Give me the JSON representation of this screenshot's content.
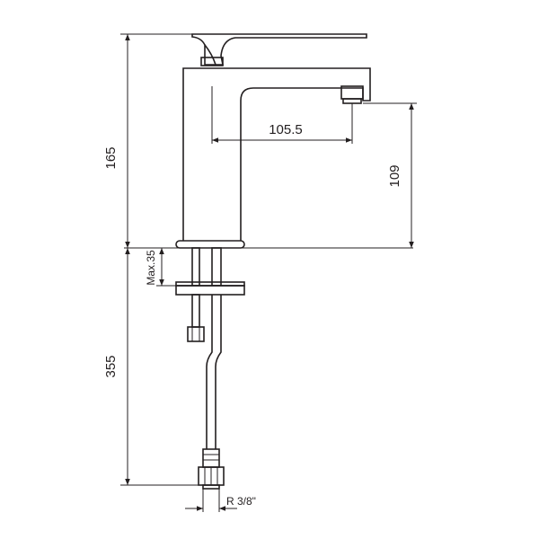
{
  "dimensions": {
    "total_height_top": "165",
    "spout_reach": "105.5",
    "spout_height": "109",
    "max_deck_thickness": "Max.35",
    "hose_length": "355",
    "thread": "R 3/8\""
  }
}
